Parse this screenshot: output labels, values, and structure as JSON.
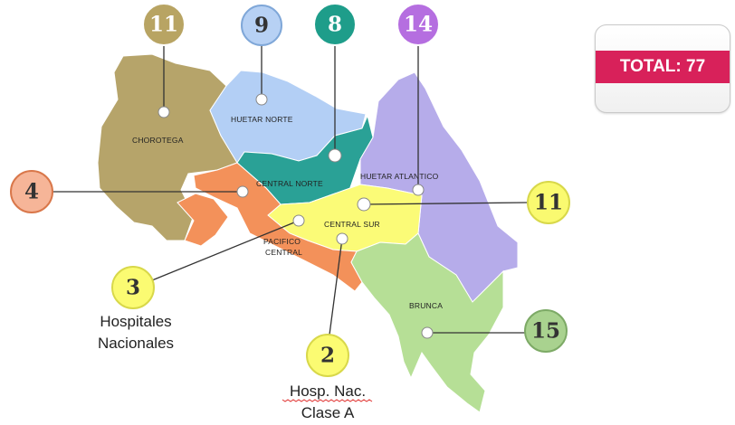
{
  "colors": {
    "chorotega": "#b6a46a",
    "huetar_norte": "#b3cff5",
    "central_norte": "#2aa196",
    "huetar_atlantico": "#b6acea",
    "pacifico_central": "#f3915a",
    "central_sur": "#fbfb77",
    "brunca": "#b6df96",
    "bubble_chorotega": "#b8a463",
    "bubble_huetar_norte": "#b7d1f4",
    "bubble_central_norte": "#1e9d8a",
    "bubble_huetar_atlantico": "#b56ee0",
    "bubble_pacifico": "#f6b598",
    "bubble_central_sur": "#fafa70",
    "bubble_hospitales": "#fbfb72",
    "bubble_clase_a": "#fbfb72",
    "bubble_brunca": "#a9d28f",
    "total_band": "#d8215a"
  },
  "regions": {
    "chorotega": "CHOROTEGA",
    "huetar_norte": "HUETAR NORTE",
    "central_norte": "CENTRAL NORTE",
    "huetar_atlantico": "HUETAR ATLANTICO",
    "central_sur": "CENTRAL SUR",
    "pacifico_line1": "PACIFICO",
    "pacifico_line2": "CENTRAL",
    "brunca": "BRUNCA"
  },
  "counts": {
    "chorotega": "11",
    "huetar_norte": "9",
    "central_norte": "8",
    "huetar_atlantico": "14",
    "pacifico_central": "4",
    "central_sur": "11",
    "hospitales_nacionales": "3",
    "hosp_nac_clase_a": "2",
    "brunca": "15"
  },
  "captions": {
    "hospitales_line1": "Hospitales",
    "hospitales_line2": "Nacionales",
    "clase_a_line1": "Hosp. Nac.",
    "clase_a_line2": "Clase A"
  },
  "total": {
    "label": "TOTAL: 77"
  }
}
